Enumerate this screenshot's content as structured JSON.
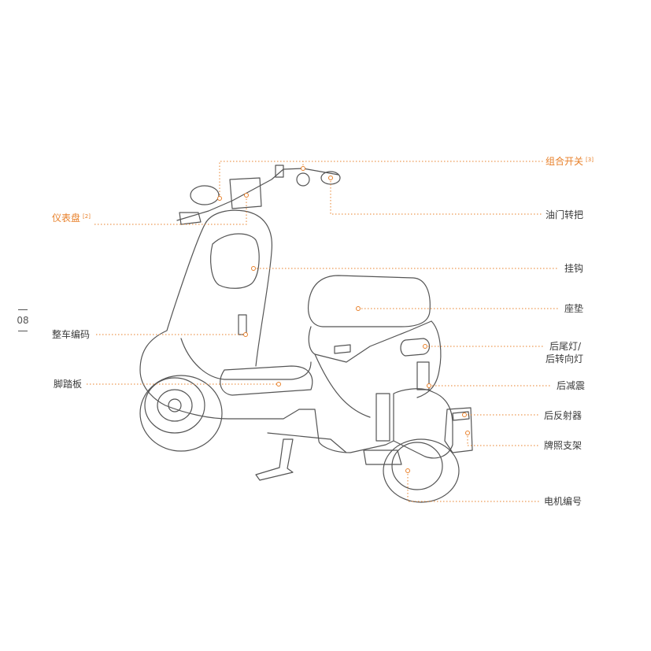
{
  "page": {
    "number": "08"
  },
  "colors": {
    "highlight": "#e8802a",
    "text": "#3a3a3a",
    "line": "#555555",
    "leader": "#e8802a"
  },
  "labels": {
    "switch_combo": {
      "text": "组合开关",
      "note": "[3]"
    },
    "dashboard": {
      "text": "仪表盘",
      "note": "[2]"
    },
    "throttle": "油门转把",
    "hook": "挂钩",
    "seat": "座垫",
    "vin": "整车编码",
    "tail_light_1": "后尾灯/",
    "tail_light_2": "后转向灯",
    "footboard": "脚踏板",
    "rear_shock": "后减震",
    "rear_reflector": "后反射器",
    "plate_bracket": "牌照支架",
    "motor_number": "电机编号"
  }
}
